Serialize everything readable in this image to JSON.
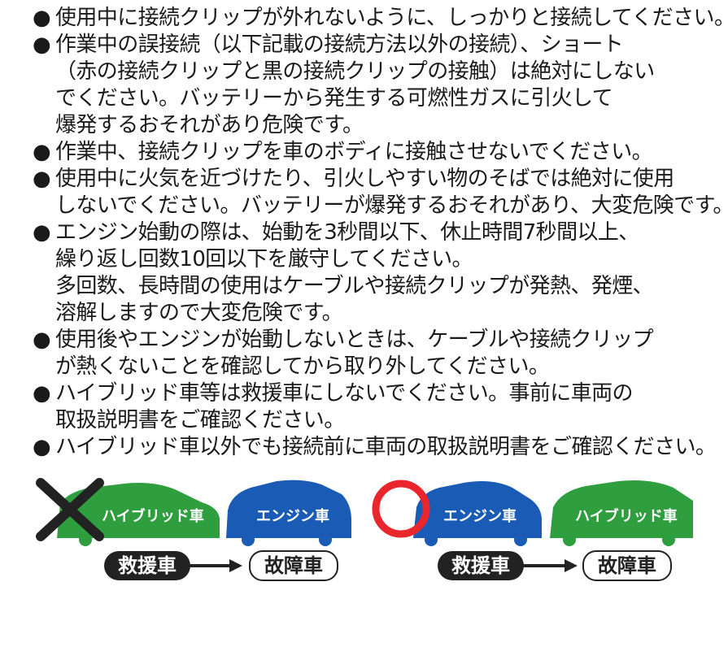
{
  "bullet_glyph": "●",
  "notes": [
    {
      "lines": [
        "使用中に接続クリップが外れないように、しっかりと接続してください。"
      ]
    },
    {
      "lines": [
        "作業中の誤接続（以下記載の接続方法以外の接続）、ショート",
        "（赤の接続クリップと黒の接続クリップの接触）は絶対にしない",
        "でください。バッテリーから発生する可燃性ガスに引火して",
        "爆発するおそれがあり危険です。"
      ]
    },
    {
      "lines": [
        "作業中、接続クリップを車のボディに接触させないでください。"
      ]
    },
    {
      "lines": [
        "使用中に火気を近づけたり、引火しやすい物のそばでは絶対に使用",
        "しないでください。バッテリーが爆発するおそれがあり、大変危険です。"
      ]
    },
    {
      "lines": [
        "エンジン始動の際は、始動を3秒間以下、休止時間7秒間以上、",
        "繰り返し回数10回以下を厳守してください。",
        "多回数、長時間の使用はケーブルや接続クリップが発熱、発煙、",
        "溶解しますので大変危険です。"
      ]
    },
    {
      "lines": [
        "使用後やエンジンが始動しないときは、ケーブルや接続クリップ",
        "が熱くないことを確認してから取り外してください。"
      ]
    },
    {
      "lines": [
        "ハイブリッド車等は救援車にしないでください。事前に車両の",
        "取扱説明書をご確認ください。"
      ]
    },
    {
      "lines": [
        "ハイブリッド車以外でも接続前に車両の取扱説明書をご確認ください。"
      ]
    }
  ],
  "diagrams": {
    "wrong": {
      "car_left": "ハイブリッド車",
      "car_right": "エンジン車",
      "rescue_label": "救援車",
      "disabled_label": "故障車"
    },
    "right": {
      "car_left": "エンジン車",
      "car_right": "ハイブリッド車",
      "rescue_label": "救援車",
      "disabled_label": "故障車"
    }
  },
  "colors": {
    "hybrid_green": "#2e9e3e",
    "engine_blue": "#1a5bb5",
    "ok_circle_red": "#e8262c",
    "ng_cross": "#222222"
  },
  "icons": {
    "wrong_mark": "cross-mark-icon",
    "right_mark": "circle-mark-icon",
    "arrow": "arrow-right-icon",
    "car": "car-icon"
  }
}
